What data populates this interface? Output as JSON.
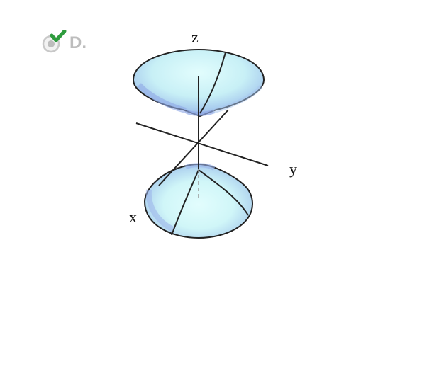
{
  "option": {
    "letter": "D.",
    "state": "selected-correct"
  },
  "figure": {
    "axis_labels": {
      "x": "x",
      "y": "y",
      "z": "z"
    },
    "colors": {
      "surface_light": "#ddfcfc",
      "surface_mid": "#b8e6f2",
      "surface_dark": "#9ab2ea",
      "outline": "#222222",
      "check_green": "#2e9c3e",
      "radio_gray": "#c8c8c8"
    }
  }
}
